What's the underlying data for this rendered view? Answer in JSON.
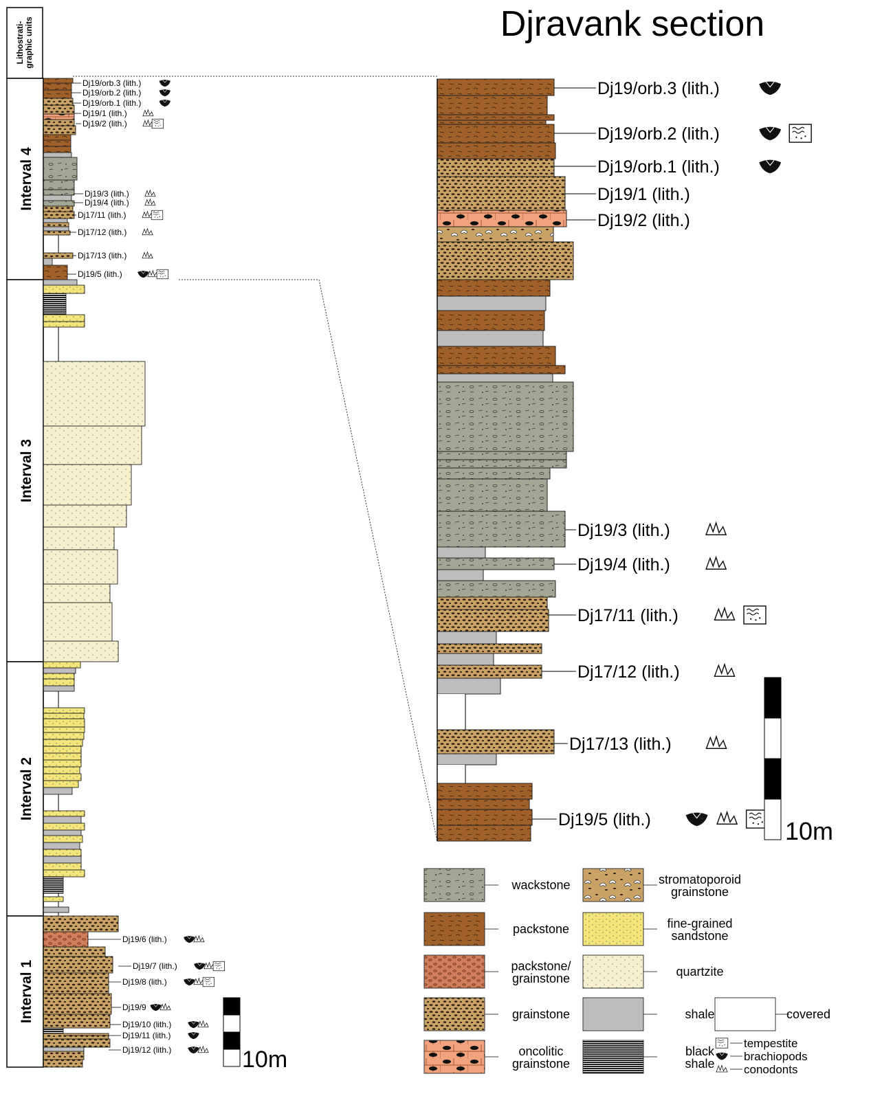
{
  "title": "Djravank section",
  "unit_header": "Lithostrati-\ngraphic units",
  "intervals": [
    {
      "id": "interval-4",
      "label": "Interval 4"
    },
    {
      "id": "interval-3",
      "label": "Interval 3"
    },
    {
      "id": "interval-2",
      "label": "Interval 2"
    },
    {
      "id": "interval-1",
      "label": "Interval 1"
    }
  ],
  "left_samples_interval4": [
    {
      "label": "Dj19/orb.3 (lith.)",
      "icons": [
        "brachiopod"
      ]
    },
    {
      "label": "Dj19/orb.2 (lith.)",
      "icons": [
        "brachiopod"
      ]
    },
    {
      "label": "Dj19/orb.1 (lith.)",
      "icons": [
        "brachiopod"
      ]
    },
    {
      "label": "Dj19/1 (lith.)",
      "icons": [
        "conodont"
      ]
    },
    {
      "label": "Dj19/2 (lith.)",
      "icons": [
        "conodont",
        "tempestite"
      ]
    },
    {
      "label": "Dj19/3 (lith.)",
      "icons": [
        "conodont"
      ]
    },
    {
      "label": "Dj19/4 (lith.)",
      "icons": [
        "conodont"
      ]
    },
    {
      "label": "Dj17/11 (lith.)",
      "icons": [
        "conodont",
        "tempestite"
      ]
    },
    {
      "label": "Dj17/12 (lith.)",
      "icons": [
        "conodont"
      ]
    },
    {
      "label": "Dj17/13 (lith.)",
      "icons": [
        "conodont"
      ]
    },
    {
      "label": "Dj19/5 (lith.)",
      "icons": [
        "brachiopod",
        "conodont",
        "tempestite"
      ]
    }
  ],
  "left_samples_interval1": [
    {
      "label": "Dj19/6 (lith.)",
      "icons": [
        "brachiopod",
        "conodont"
      ]
    },
    {
      "label": "Dj19/7 (lith.)",
      "icons": [
        "brachiopod",
        "conodont",
        "tempestite"
      ]
    },
    {
      "label": "Dj19/8 (lith.)",
      "icons": [
        "brachiopod",
        "conodont",
        "tempestite"
      ]
    },
    {
      "label": "Dj19/9",
      "icons": [
        "brachiopod",
        "conodont"
      ]
    },
    {
      "label": "Dj19/10 (lith.)",
      "icons": [
        "brachiopod",
        "conodont"
      ]
    },
    {
      "label": "Dj19/11 (lith.)",
      "icons": [
        "brachiopod"
      ]
    },
    {
      "label": "Dj19/12 (lith.)",
      "icons": [
        "brachiopod",
        "conodont"
      ]
    }
  ],
  "right_samples": [
    {
      "label": "Dj19/orb.3 (lith.)",
      "icons": [
        "brachiopod"
      ]
    },
    {
      "label": "Dj19/orb.2 (lith.)",
      "icons": [
        "brachiopod",
        "tempestite"
      ]
    },
    {
      "label": "Dj19/orb.1 (lith.)",
      "icons": [
        "brachiopod"
      ]
    },
    {
      "label": "Dj19/1 (lith.)",
      "icons": []
    },
    {
      "label": "Dj19/2 (lith.)",
      "icons": []
    },
    {
      "label": "Dj19/3 (lith.)",
      "icons": [
        "conodont"
      ]
    },
    {
      "label": "Dj19/4 (lith.)",
      "icons": [
        "conodont"
      ]
    },
    {
      "label": "Dj17/11 (lith.)",
      "icons": [
        "conodont",
        "tempestite"
      ]
    },
    {
      "label": "Dj17/12 (lith.)",
      "icons": [
        "conodont"
      ]
    },
    {
      "label": "Dj17/13 (lith.)",
      "icons": [
        "conodont"
      ]
    },
    {
      "label": "Dj19/5 (lith.)",
      "icons": [
        "brachiopod",
        "conodont",
        "tempestite"
      ]
    }
  ],
  "scale_label": "10m",
  "legend": [
    {
      "id": "wackstone",
      "label": "wackstone"
    },
    {
      "id": "stromatoporoid",
      "label": "stromatoporoid\ngrainstone"
    },
    {
      "id": "packstone",
      "label": "packstone"
    },
    {
      "id": "sandstone",
      "label": "fine-grained\nsandstone"
    },
    {
      "id": "packgrain",
      "label": "packstone/\ngrainstone"
    },
    {
      "id": "quartzite",
      "label": "quartzite"
    },
    {
      "id": "grainstone",
      "label": "grainstone"
    },
    {
      "id": "shale",
      "label": "shale"
    },
    {
      "id": "covered",
      "label": "covered"
    },
    {
      "id": "oncolitic",
      "label": "oncolitic\ngrainstone"
    },
    {
      "id": "blackshale",
      "label": "black\nshale"
    }
  ],
  "legend_symbols": [
    {
      "id": "tempestite",
      "label": "tempestite"
    },
    {
      "id": "brachiopod",
      "label": "brachiopods"
    },
    {
      "id": "conodont",
      "label": "conodonts"
    }
  ],
  "colors": {
    "packstone": "#a0602a",
    "grainstone": "#c9a266",
    "packgrain": "#d07e5c",
    "wackstone": "#a4a592",
    "stromatoporoid": "#c9a266",
    "oncolitic": "#f2a27d",
    "sandstone": "#f3e57a",
    "quartzite": "#f7f0cf",
    "shale": "#bdbdbd",
    "covered": "#ffffff",
    "blackshale": "#2a2a2a"
  }
}
